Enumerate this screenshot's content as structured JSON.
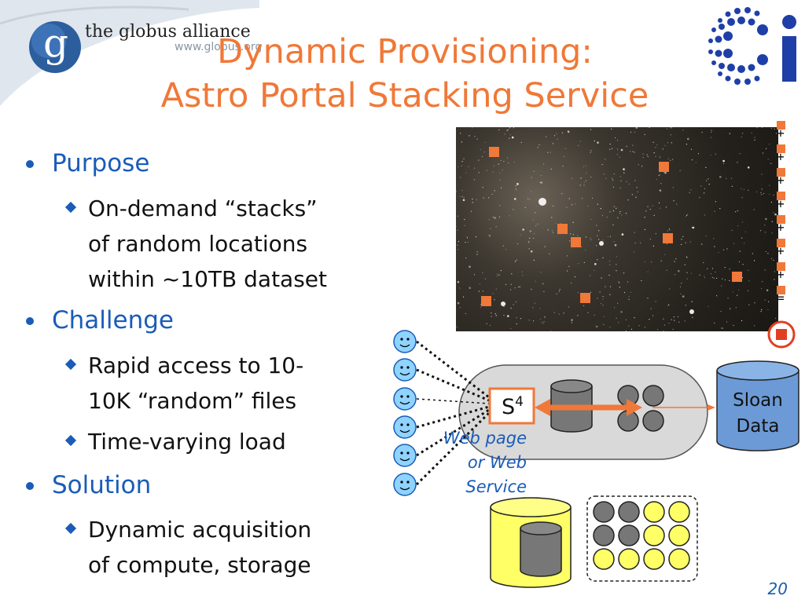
{
  "slide": {
    "title_line1": "Dynamic Provisioning:",
    "title_line2": "Astro Portal Stacking Service",
    "page_number": "20"
  },
  "logo": {
    "org_name": "the globus alliance",
    "org_url": "www.globus.org",
    "glyph": "g"
  },
  "bullets": [
    {
      "label": "Purpose",
      "subs": [
        [
          "On-demand “stacks”",
          "of random locations",
          "within ~10TB dataset"
        ]
      ]
    },
    {
      "label": "Challenge",
      "subs": [
        [
          "Rapid access to 10-",
          "10K “random” files"
        ],
        [
          "Time-varying load"
        ]
      ]
    },
    {
      "label": "Solution",
      "subs": [
        [
          "Dynamic acquisition",
          "of compute, storage"
        ]
      ]
    }
  ],
  "diagram": {
    "service_label": "S",
    "service_superscript": "4",
    "web_label": [
      "Web page",
      "or Web",
      "Service"
    ],
    "data_label": [
      "Sloan",
      "Data"
    ],
    "stack_symbols": [
      "+",
      "+",
      "+",
      "+",
      "+",
      "+",
      "+",
      "="
    ],
    "colors": {
      "orange": "#f07838",
      "blue": "#1a5cb8",
      "node_gray": "#777777",
      "node_yellow": "#ffff66",
      "sloan_blue": "#6c9ad6",
      "cloud_gray": "#d9d9d9"
    }
  }
}
